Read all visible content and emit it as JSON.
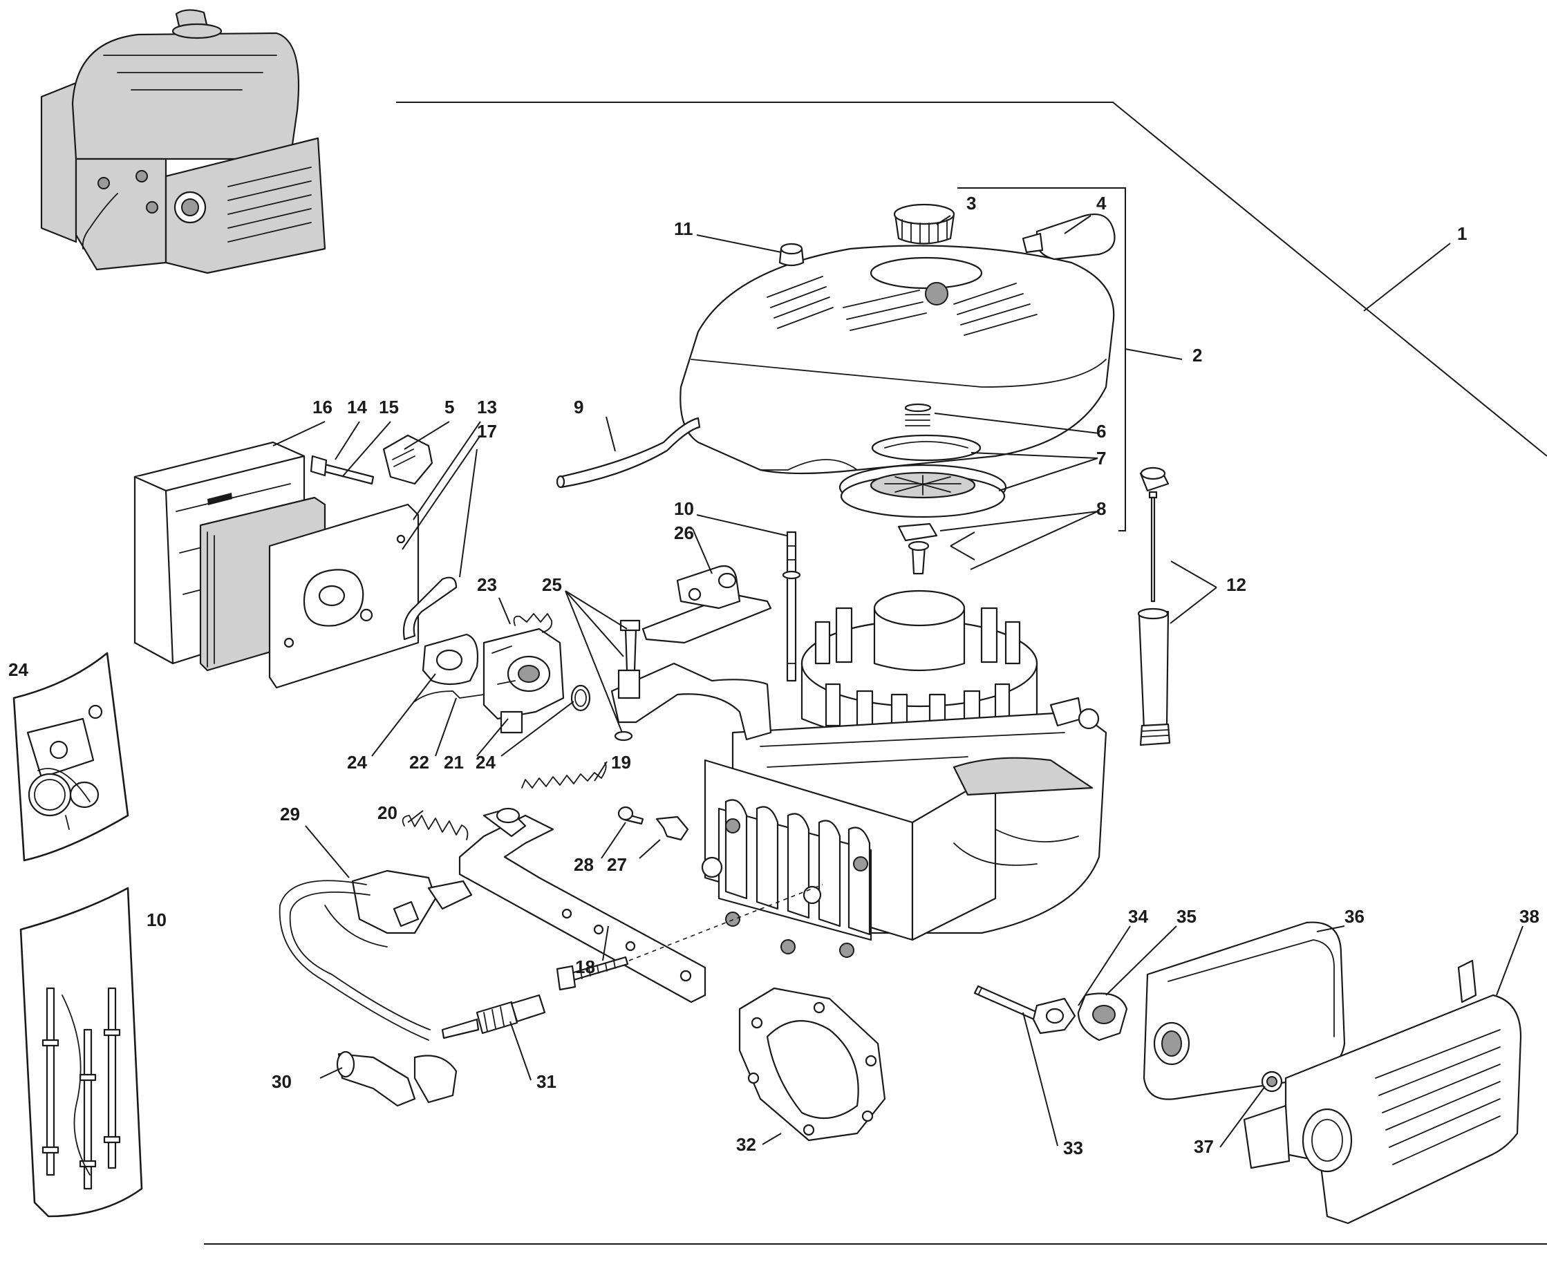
{
  "callouts": [
    {
      "id": "c1",
      "text": "1"
    },
    {
      "id": "c2",
      "text": "2"
    },
    {
      "id": "c3",
      "text": "3"
    },
    {
      "id": "c4",
      "text": "4"
    },
    {
      "id": "c5",
      "text": "5"
    },
    {
      "id": "c6",
      "text": "6"
    },
    {
      "id": "c7",
      "text": "7"
    },
    {
      "id": "c8",
      "text": "8"
    },
    {
      "id": "c9",
      "text": "9"
    },
    {
      "id": "c10a",
      "text": "10"
    },
    {
      "id": "c10b",
      "text": "10"
    },
    {
      "id": "c11",
      "text": "11"
    },
    {
      "id": "c12",
      "text": "12"
    },
    {
      "id": "c13",
      "text": "13"
    },
    {
      "id": "c14",
      "text": "14"
    },
    {
      "id": "c15",
      "text": "15"
    },
    {
      "id": "c16",
      "text": "16"
    },
    {
      "id": "c17",
      "text": "17"
    },
    {
      "id": "c18",
      "text": "18"
    },
    {
      "id": "c19",
      "text": "19"
    },
    {
      "id": "c20",
      "text": "20"
    },
    {
      "id": "c21",
      "text": "21"
    },
    {
      "id": "c22",
      "text": "22"
    },
    {
      "id": "c23",
      "text": "23"
    },
    {
      "id": "c24a",
      "text": "24"
    },
    {
      "id": "c24b",
      "text": "24"
    },
    {
      "id": "c24c",
      "text": "24"
    },
    {
      "id": "c25",
      "text": "25"
    },
    {
      "id": "c26",
      "text": "26"
    },
    {
      "id": "c27",
      "text": "27"
    },
    {
      "id": "c28",
      "text": "28"
    },
    {
      "id": "c29",
      "text": "29"
    },
    {
      "id": "c30",
      "text": "30"
    },
    {
      "id": "c31",
      "text": "31"
    },
    {
      "id": "c32",
      "text": "32"
    },
    {
      "id": "c33",
      "text": "33"
    },
    {
      "id": "c34",
      "text": "34"
    },
    {
      "id": "c35",
      "text": "35"
    },
    {
      "id": "c36",
      "text": "36"
    },
    {
      "id": "c37",
      "text": "37"
    },
    {
      "id": "c38",
      "text": "38"
    }
  ]
}
